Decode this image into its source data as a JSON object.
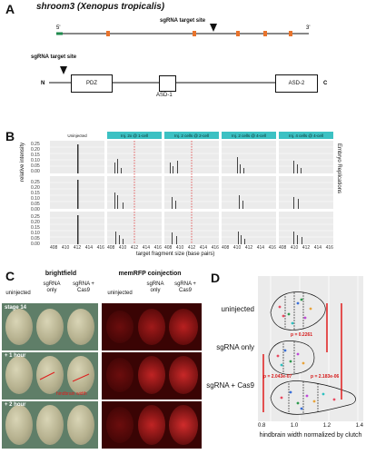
{
  "panelA": {
    "label": "A",
    "gene_title": "shroom3 (Xenopus tropicalis)",
    "five_prime": "5'",
    "three_prime": "3'",
    "sgrna_site_top": "sgRNA target site",
    "sgrna_site_bottom": "sgRNA target site",
    "n_term": "N",
    "c_term": "C",
    "domain_pdz": "PDZ",
    "domain_asd1": "ASD-1",
    "domain_asd2": "ASD-2",
    "exon_color": "#e8732c",
    "utr_color": "#1f8a4c"
  },
  "panelB": {
    "label": "B",
    "facets": [
      "Uninjected",
      "Inj. 2x @ 1-cell",
      "Inj. 2 cells @ 2-cell",
      "Inj. 2 cells @ 4-cell",
      "Inj. 4 cells @ 4-cell"
    ],
    "ylabel": "relative intensity",
    "xlabel": "target fragment size (base pairs)",
    "side_label": "Embryo Replications",
    "yticks": [
      "0.25",
      "0.20",
      "0.15",
      "0.10",
      "0.05",
      "0.00"
    ],
    "xticks": [
      "408",
      "410",
      "412",
      "414",
      "416"
    ],
    "strip_color": "#3cc1c3"
  },
  "panelC": {
    "label": "C",
    "brightfield_title": "brightfield",
    "memrfp_title": "memRFP coinjection",
    "cols_bf": [
      "uninjected",
      "sgRNA only",
      "sgRNA + Cas9"
    ],
    "cols_rfp": [
      "uninjected",
      "sgRNA only",
      "sgRNA + Cas9"
    ],
    "stages": [
      "stage 14",
      "+ 1 hour",
      "+ 2 hour"
    ],
    "annotation": "hindbrain width"
  },
  "panelD": {
    "label": "D",
    "groups": [
      "uninjected",
      "sgRNA only",
      "sgRNA + Cas9"
    ],
    "xlabel": "hindbrain width normalized by clutch",
    "xticks": [
      "0.8",
      "1.0",
      "1.2",
      "1.4"
    ],
    "pvalues": [
      "p = 0.2261",
      "p = 2.043e-07",
      "p = 2.183e-06"
    ]
  }
}
